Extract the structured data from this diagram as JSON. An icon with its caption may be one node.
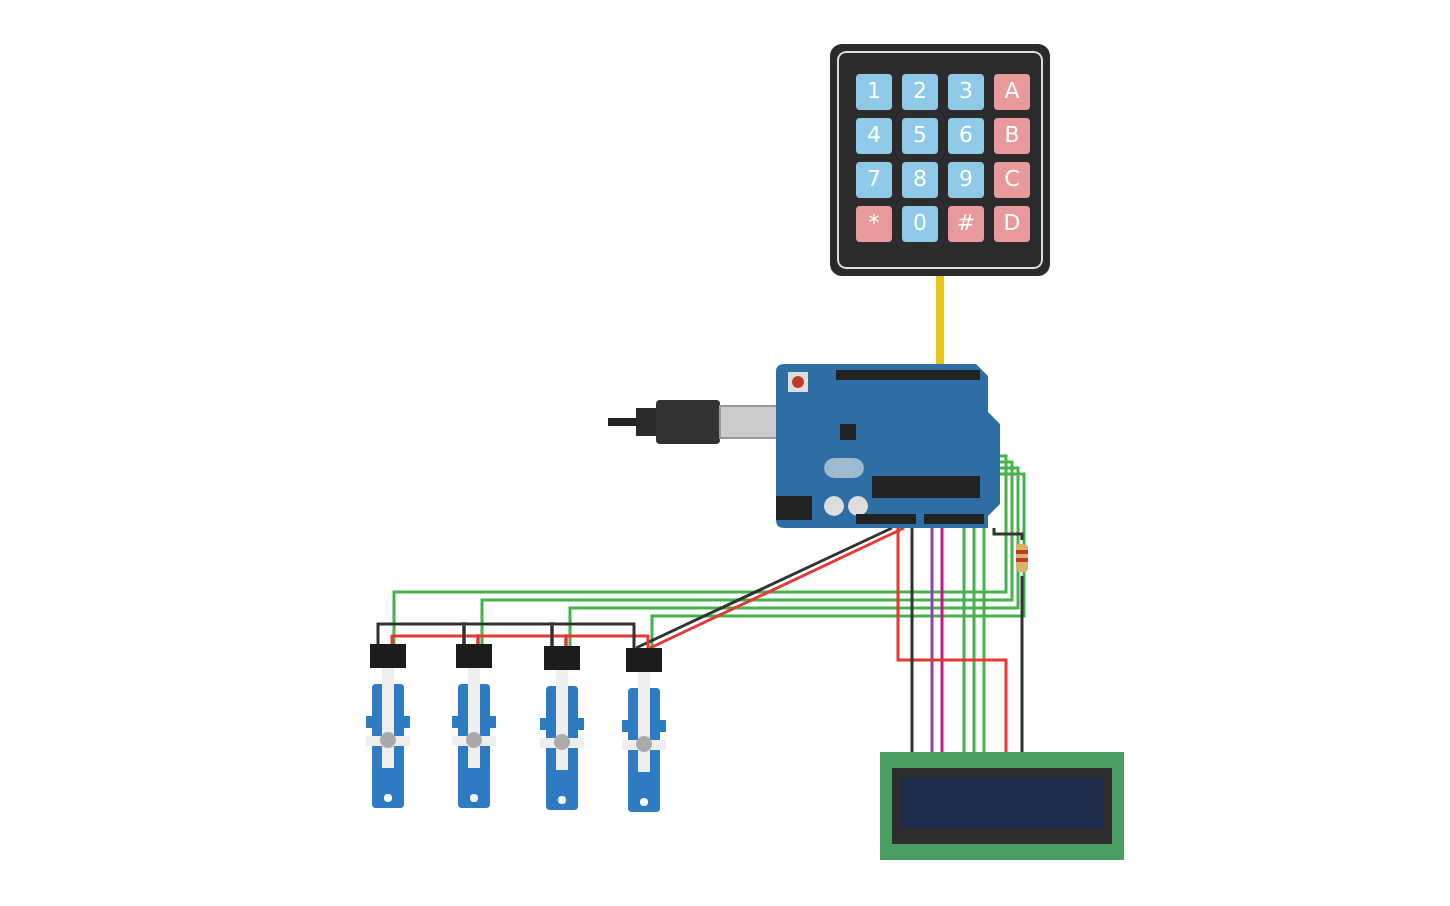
{
  "diagram": {
    "nodes": [
      {
        "text": [],
        "shape": "box"
      },
      {
        "text": [
          "1"
        ],
        "in": 0
      },
      {
        "text": [
          "2"
        ],
        "in": 0
      },
      {
        "text": [
          "3"
        ],
        "in": 0
      },
      {
        "text": [
          "A"
        ],
        "in": 0
      },
      {
        "text": [
          "4"
        ],
        "in": 0
      },
      {
        "text": [
          "5"
        ],
        "in": 0
      },
      {
        "text": [
          "6"
        ],
        "in": 0
      },
      {
        "text": [
          "B"
        ],
        "in": 0
      },
      {
        "text": [
          "7"
        ],
        "in": 0
      },
      {
        "text": [
          "8"
        ],
        "in": 0
      },
      {
        "text": [
          "9"
        ],
        "in": 0
      },
      {
        "text": [
          "C"
        ],
        "in": 0
      },
      {
        "text": [
          "*"
        ],
        "in": 0
      },
      {
        "text": [
          "0"
        ],
        "in": 0
      },
      {
        "text": [
          "#"
        ],
        "in": 0
      },
      {
        "text": [
          "D"
        ],
        "in": 0
      },
      {
        "text": [],
        "shape": "picture"
      },
      {
        "text": [],
        "shape": "picture"
      },
      {
        "text": [],
        "shape": "picture"
      },
      {
        "text": [],
        "shape": "picture"
      },
      {
        "text": [],
        "shape": "picture"
      },
      {
        "text": [],
        "shape": "picture"
      },
      {
        "text": [],
        "shape": "picture"
      }
    ],
    "edges": [
      {
        "from": 0,
        "to": 17,
        "arrow": "none",
        "color": "#e6c619",
        "style": "thick"
      },
      {
        "from": 17,
        "to": 18,
        "arrow": "none"
      },
      {
        "from": 17,
        "to": 19,
        "arrow": "none"
      },
      {
        "from": 17,
        "to": 20,
        "arrow": "none"
      },
      {
        "from": 17,
        "to": 21,
        "arrow": "none"
      },
      {
        "from": 17,
        "to": 21,
        "arrow": "none",
        "color": "#e53935"
      },
      {
        "from": 17,
        "to": 21,
        "arrow": "none",
        "color": "#333333"
      },
      {
        "from": 21,
        "to": 20,
        "arrow": "none",
        "color": "#e53935"
      },
      {
        "from": 21,
        "to": 20,
        "arrow": "none",
        "color": "#333333"
      },
      {
        "from": 20,
        "to": 19,
        "arrow": "none",
        "color": "#e53935"
      },
      {
        "from": 20,
        "to": 19,
        "arrow": "none",
        "color": "#333333"
      },
      {
        "from": 19,
        "to": 18,
        "arrow": "none",
        "color": "#e53935"
      },
      {
        "from": 19,
        "to": 18,
        "arrow": "none",
        "color": "#333333"
      },
      {
        "from": 17,
        "to": 22,
        "arrow": "none"
      },
      {
        "from": 17,
        "to": 22,
        "arrow": "none"
      },
      {
        "from": 17,
        "to": 22,
        "arrow": "none"
      },
      {
        "from": 17,
        "to": 22,
        "arrow": "none",
        "color": "#8e44ad"
      },
      {
        "from": 17,
        "to": 22,
        "arrow": "none",
        "color": "#c2188f"
      },
      {
        "from": 17,
        "to": 22,
        "arrow": "none",
        "color": "#e53935"
      },
      {
        "from": 17,
        "to": 22,
        "arrow": "none",
        "color": "#333333"
      },
      {
        "from": 17,
        "to": 23,
        "arrow": "none",
        "color": "#333333"
      },
      {
        "from": 23,
        "to": 22,
        "arrow": "none",
        "color": "#333333"
      }
    ]
  }
}
